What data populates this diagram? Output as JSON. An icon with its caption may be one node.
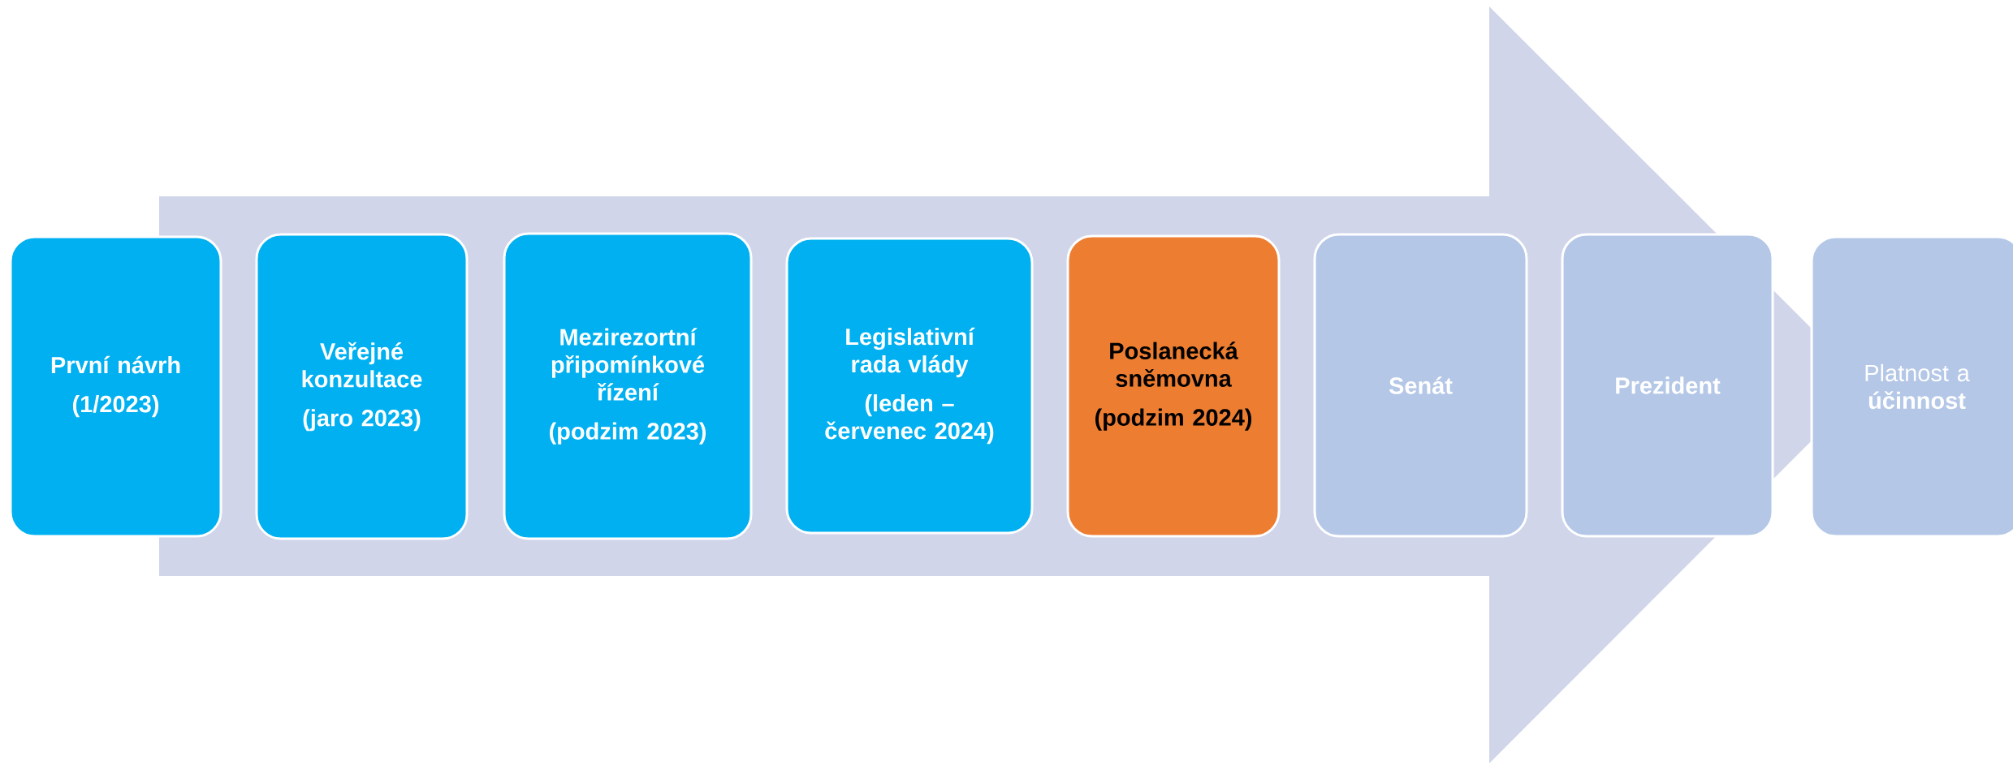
{
  "diagram": {
    "nodes": [
      {
        "text": [
          "První návrh",
          "(1/2023)"
        ]
      },
      {
        "text": [
          "Veřejné konzultace",
          "(jaro 2023)"
        ]
      },
      {
        "text": [
          "Mezirezortní připomínkové řízení",
          "(podzim 2023)"
        ]
      },
      {
        "text": [
          "Legislativní rada vlády",
          "(leden – červenec 2024)"
        ]
      },
      {
        "text": [
          "Poslanecká sněmovna",
          "(podzim 2024)"
        ]
      },
      {
        "text": [
          "Senát"
        ]
      },
      {
        "text": [
          "Prezident"
        ]
      },
      {
        "text": [
          "Platnost a **účinnost**"
        ]
      }
    ]
  }
}
